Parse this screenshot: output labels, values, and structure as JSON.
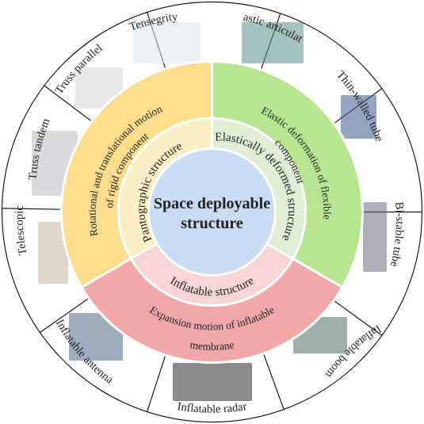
{
  "center": {
    "title_line1": "Space deployable",
    "title_line2": "structure"
  },
  "categories": [
    {
      "name": "Pantographic structure",
      "motion": [
        "Rotational and translational motion",
        "of rigid component"
      ]
    },
    {
      "name": "Elastically deformed structure",
      "motion": [
        "Elastic deformation of flexible",
        "component"
      ]
    },
    {
      "name": "Inflatable structure",
      "motion": [
        "Expansion motion of inflatable",
        "membrane"
      ]
    }
  ],
  "examples": [
    "Elastic articulated",
    "Thin-walled tube",
    "Bi-stable tube",
    "Inflatable boom",
    "Inflatable radar",
    "Inflatable antenna",
    "Telescopic",
    "Truss tandem",
    "Truss parallel",
    "Tensegrity"
  ],
  "colors": {
    "pantographic_outer": "#fddc8c",
    "pantographic_inner": "#fdefc5",
    "elastic_outer": "#b8e58f",
    "elastic_inner": "#e0efd4",
    "inflatable_outer": "#f2a8a8",
    "inflatable_inner": "#f8d4d4",
    "center_fill": "#c8dcf3",
    "outer_ring": "#ffffff",
    "line": "#1a1a1a"
  }
}
